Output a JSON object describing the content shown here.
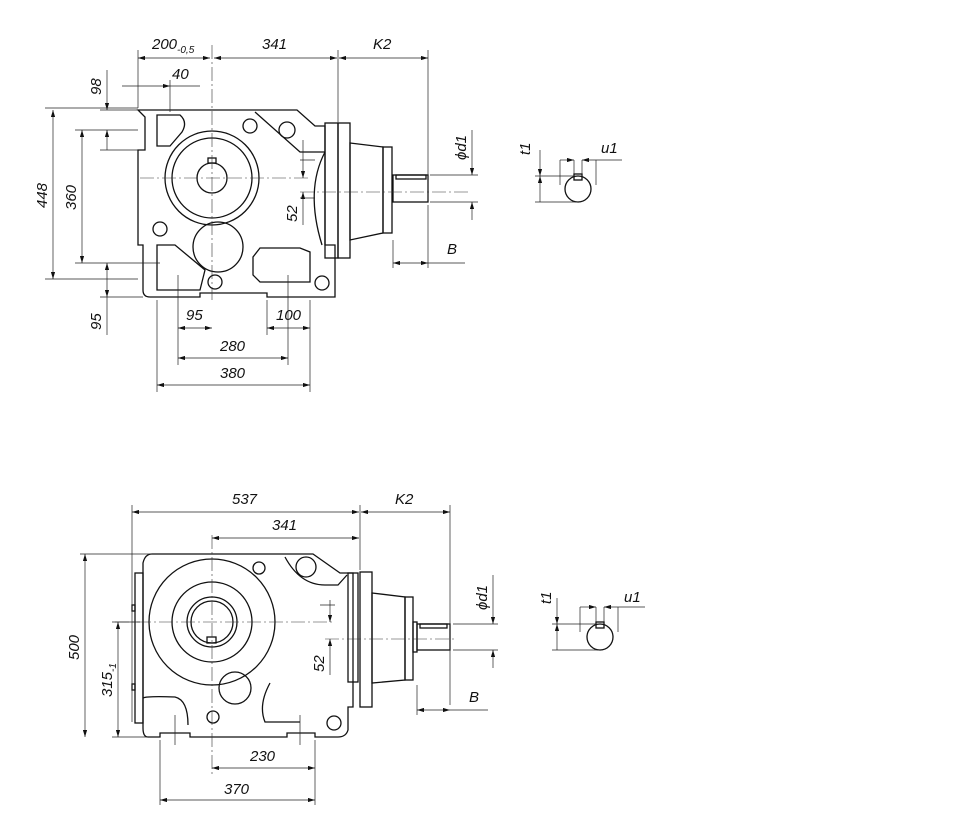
{
  "top_view": {
    "dims": {
      "d200": "200",
      "d200_tol": "-0,5",
      "d341": "341",
      "k2": "K2",
      "d40": "40",
      "d98": "98",
      "d448": "448",
      "d360": "360",
      "d95_left": "95",
      "d52": "52",
      "d1": "ϕd1",
      "b": "B",
      "d95_bottom": "95",
      "d100": "100",
      "d280": "280",
      "d380": "380"
    },
    "key_detail": {
      "t1": "t1",
      "u1": "u1"
    }
  },
  "bottom_view": {
    "dims": {
      "d537": "537",
      "k2": "K2",
      "d341": "341",
      "d500": "500",
      "d315": "315",
      "d315_tol": "-1",
      "d52": "52",
      "d1": "ϕd1",
      "b": "B",
      "d230": "230",
      "d370": "370"
    },
    "key_detail": {
      "t1": "t1",
      "u1": "u1"
    }
  }
}
